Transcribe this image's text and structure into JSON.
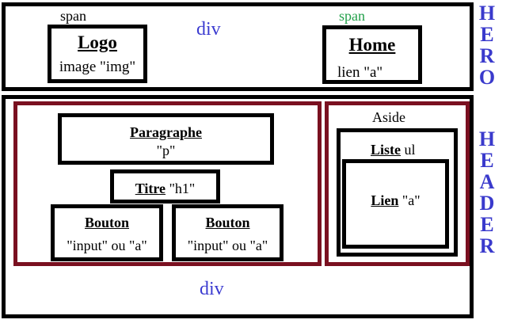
{
  "colors": {
    "border": "#000000",
    "content_border": "#7a1020",
    "div_label": "#3b3bd0",
    "span_green": "#22a04a",
    "side_text": "#3a3acc"
  },
  "hero": {
    "span_left": "span",
    "div_label": "div",
    "span_right": "span",
    "logo": {
      "title": "Logo",
      "caption": "image \"img\""
    },
    "home": {
      "title": "Home",
      "caption": "lien \"a\""
    }
  },
  "side_labels": {
    "hero": [
      "H",
      "E",
      "R",
      "O"
    ],
    "header": [
      "H",
      "E",
      "A",
      "D",
      "E",
      "R"
    ]
  },
  "main": {
    "paragraph": {
      "title": "Paragraphe",
      "caption": "\"p\""
    },
    "titre": {
      "title": "Titre",
      "caption": " \"h1\""
    },
    "button1": {
      "title": "Bouton",
      "caption": "\"input\" ou \"a\""
    },
    "button2": {
      "title": "Bouton",
      "caption": "\"input\" ou \"a\""
    },
    "aside": {
      "label": "Aside",
      "liste": {
        "title": "Liste",
        "caption": "ul"
      },
      "lien": {
        "title": "Lien",
        "caption": " \"a\""
      }
    },
    "div_label": "div"
  }
}
